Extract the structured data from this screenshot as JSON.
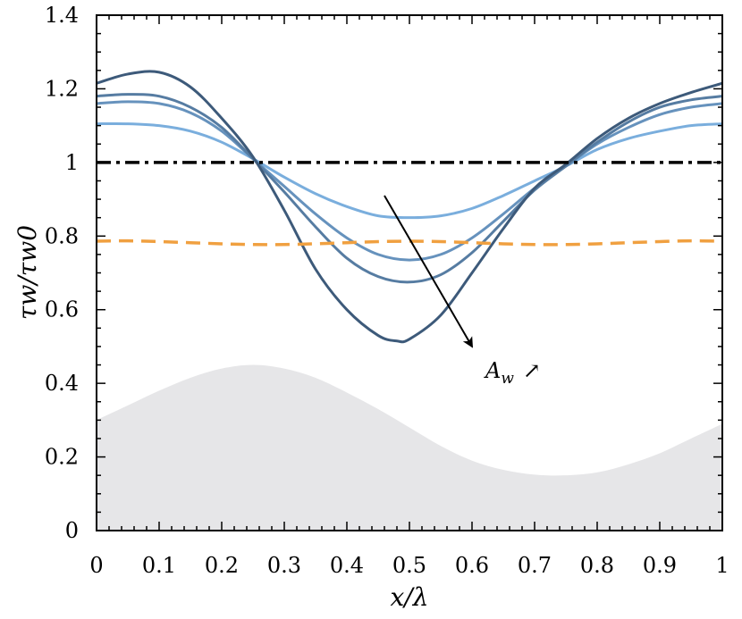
{
  "chart_data": {
    "type": "line",
    "xlabel": "x/λ",
    "ylabel": "τw/τw0",
    "xlim": [
      0,
      1
    ],
    "ylim": [
      0,
      1.4
    ],
    "xticks": [
      "0",
      "0.1",
      "0.2",
      "0.3",
      "0.4",
      "0.5",
      "0.6",
      "0.7",
      "0.8",
      "0.9",
      "1"
    ],
    "yticks": [
      "0",
      "0.2",
      "0.4",
      "0.6",
      "0.8",
      "1",
      "1.2",
      "1.4"
    ],
    "grid": false,
    "legend": "none",
    "annotation": {
      "text_main": "A",
      "text_sub": "w",
      "text_suffix": "↗",
      "arrow_from": [
        0.46,
        0.91
      ],
      "arrow_to": [
        0.6,
        0.5
      ]
    },
    "series": [
      {
        "color": "#7aaedd",
        "x": [
          0,
          0.05,
          0.1,
          0.15,
          0.2,
          0.25,
          0.3,
          0.35,
          0.4,
          0.45,
          0.5,
          0.55,
          0.6,
          0.65,
          0.7,
          0.75,
          0.8,
          0.85,
          0.9,
          0.95,
          1
        ],
        "y": [
          1.105,
          1.105,
          1.1,
          1.085,
          1.055,
          1.01,
          0.96,
          0.915,
          0.88,
          0.855,
          0.85,
          0.855,
          0.875,
          0.91,
          0.95,
          0.99,
          1.035,
          1.065,
          1.085,
          1.1,
          1.105
        ]
      },
      {
        "color": "#6692bd",
        "x": [
          0,
          0.05,
          0.1,
          0.15,
          0.2,
          0.25,
          0.3,
          0.35,
          0.4,
          0.45,
          0.5,
          0.55,
          0.6,
          0.65,
          0.7,
          0.75,
          0.8,
          0.85,
          0.9,
          0.95,
          1
        ],
        "y": [
          1.16,
          1.165,
          1.16,
          1.135,
          1.085,
          1.01,
          0.935,
          0.86,
          0.795,
          0.75,
          0.735,
          0.75,
          0.795,
          0.86,
          0.93,
          0.99,
          1.05,
          1.095,
          1.13,
          1.15,
          1.16
        ]
      },
      {
        "color": "#567ca2",
        "x": [
          0,
          0.05,
          0.1,
          0.15,
          0.2,
          0.25,
          0.3,
          0.35,
          0.4,
          0.45,
          0.5,
          0.55,
          0.6,
          0.65,
          0.7,
          0.75,
          0.8,
          0.85,
          0.9,
          0.95,
          1
        ],
        "y": [
          1.18,
          1.185,
          1.18,
          1.15,
          1.095,
          1.01,
          0.92,
          0.825,
          0.74,
          0.69,
          0.675,
          0.695,
          0.755,
          0.84,
          0.925,
          0.99,
          1.055,
          1.11,
          1.15,
          1.17,
          1.18
        ]
      },
      {
        "color": "#3d5a7a",
        "x": [
          0,
          0.05,
          0.1,
          0.15,
          0.2,
          0.25,
          0.3,
          0.35,
          0.4,
          0.45,
          0.48,
          0.5,
          0.55,
          0.6,
          0.65,
          0.7,
          0.75,
          0.8,
          0.85,
          0.9,
          0.95,
          1
        ],
        "y": [
          1.215,
          1.24,
          1.245,
          1.205,
          1.12,
          1.015,
          0.87,
          0.71,
          0.6,
          0.53,
          0.515,
          0.52,
          0.585,
          0.7,
          0.82,
          0.93,
          0.995,
          1.065,
          1.12,
          1.16,
          1.19,
          1.215
        ]
      },
      {
        "color": "#000000",
        "dash": "dashdot",
        "x": [
          0,
          1
        ],
        "y": [
          1.0,
          1.0
        ]
      },
      {
        "color": "#f0a040",
        "dash": "dashed",
        "x": [
          0,
          0.05,
          0.1,
          0.15,
          0.2,
          0.25,
          0.3,
          0.35,
          0.4,
          0.45,
          0.5,
          0.55,
          0.6,
          0.65,
          0.7,
          0.75,
          0.8,
          0.85,
          0.9,
          0.95,
          1
        ],
        "y": [
          0.786,
          0.787,
          0.785,
          0.782,
          0.779,
          0.777,
          0.777,
          0.779,
          0.782,
          0.785,
          0.786,
          0.785,
          0.782,
          0.779,
          0.777,
          0.777,
          0.779,
          0.782,
          0.785,
          0.787,
          0.786
        ]
      }
    ],
    "background_wall": {
      "color": "#e6e6e8",
      "x": [
        0,
        0.05,
        0.1,
        0.15,
        0.2,
        0.25,
        0.3,
        0.35,
        0.4,
        0.45,
        0.5,
        0.55,
        0.6,
        0.65,
        0.7,
        0.75,
        0.8,
        0.85,
        0.9,
        0.95,
        1
      ],
      "y": [
        0.3,
        0.34,
        0.38,
        0.415,
        0.44,
        0.45,
        0.44,
        0.415,
        0.375,
        0.33,
        0.28,
        0.23,
        0.19,
        0.165,
        0.152,
        0.15,
        0.158,
        0.18,
        0.21,
        0.25,
        0.29
      ]
    }
  }
}
